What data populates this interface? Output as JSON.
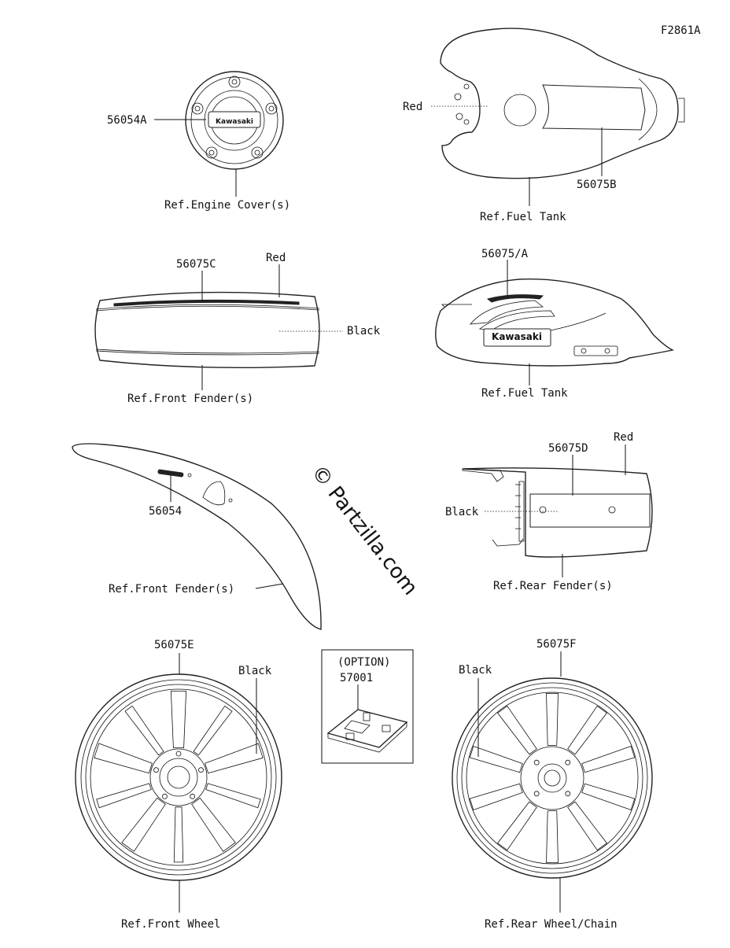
{
  "figure_id": "F2861A",
  "watermark": "© Partzilla.com",
  "labels": {
    "part_56054A": "56054A",
    "ref_engine_cover": "Ref.Engine Cover(s)",
    "red_tank": "Red",
    "part_56075B": "56075B",
    "ref_fuel_tank_1": "Ref.Fuel Tank",
    "part_56075C": "56075C",
    "red_front_fender": "Red",
    "black_front_fender": "Black",
    "ref_front_fender_1": "Ref.Front Fender(s)",
    "part_56075A": "56075/A",
    "ref_fuel_tank_2": "Ref.Fuel Tank",
    "part_56054": "56054",
    "ref_front_fender_2": "Ref.Front Fender(s)",
    "part_56075D": "56075D",
    "red_rear_fender": "Red",
    "black_rear_fender": "Black",
    "ref_rear_fender": "Ref.Rear Fender(s)",
    "part_56075E": "56075E",
    "black_front_wheel": "Black",
    "ref_front_wheel": "Ref.Front Wheel",
    "option_label": "(OPTION)",
    "part_57001": "57001",
    "part_56075F": "56075F",
    "black_rear_wheel": "Black",
    "ref_rear_wheel": "Ref.Rear Wheel/Chain"
  },
  "logo_text": {
    "engine_cover": "Kawasaki",
    "tank_side": "Kawasaki"
  }
}
